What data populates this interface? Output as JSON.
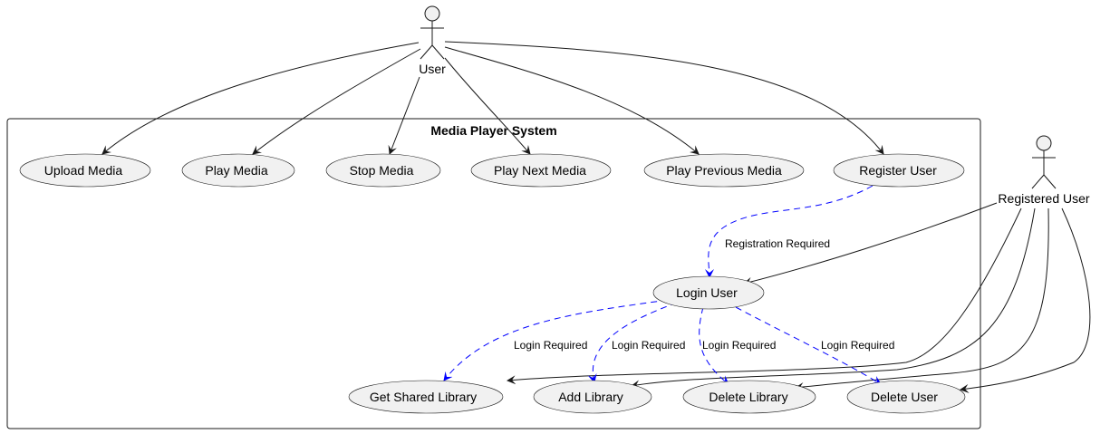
{
  "system": {
    "title": "Media Player System"
  },
  "actors": {
    "user": "User",
    "registered_user": "Registered User"
  },
  "usecases": {
    "upload_media": "Upload Media",
    "play_media": "Play Media",
    "stop_media": "Stop Media",
    "play_next_media": "Play Next Media",
    "play_previous_media": "Play Previous Media",
    "register_user": "Register User",
    "login_user": "Login User",
    "get_shared_library": "Get Shared Library",
    "add_library": "Add Library",
    "delete_library": "Delete Library",
    "delete_user": "Delete User"
  },
  "edge_labels": {
    "registration_required": "Registration Required",
    "login_required_shared": "Login Required",
    "login_required_add": "Login Required",
    "login_required_delete_library": "Login Required",
    "login_required_delete_user": "Login Required"
  },
  "colors": {
    "usecase_fill": "#f1f1f1",
    "line": "#181818",
    "dependency": "#0000ff"
  }
}
